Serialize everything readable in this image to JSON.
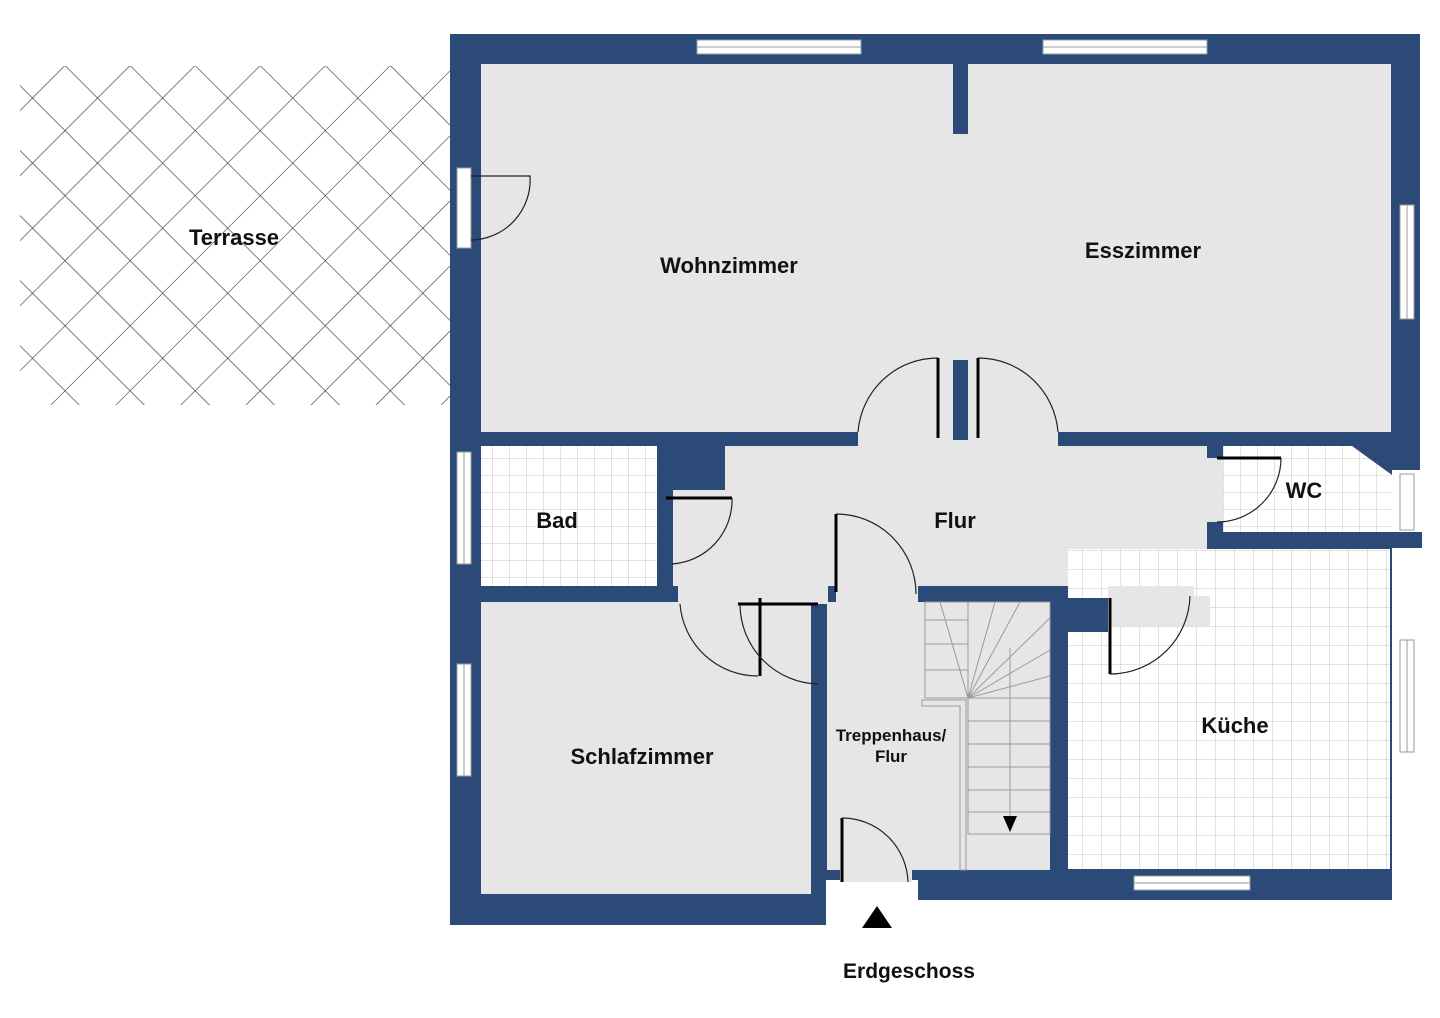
{
  "floor_name": "Erdgeschoss",
  "rooms": {
    "terrasse": "Terrasse",
    "wohnzimmer": "Wohnzimmer",
    "esszimmer": "Esszimmer",
    "bad": "Bad",
    "flur": "Flur",
    "wc": "WC",
    "schlafzimmer": "Schlafzimmer",
    "treppenhaus_line1": "Treppenhaus/",
    "treppenhaus_line2": "Flur",
    "kueche": "Küche"
  },
  "colors": {
    "wall": "#2b4a78",
    "floor": "#e6e6e6",
    "tile_grid": "#cccccc",
    "hatch": "#333333"
  },
  "icons": {
    "entrance": "entrance-arrow-icon",
    "stairs_direction": "stair-arrow-icon"
  }
}
